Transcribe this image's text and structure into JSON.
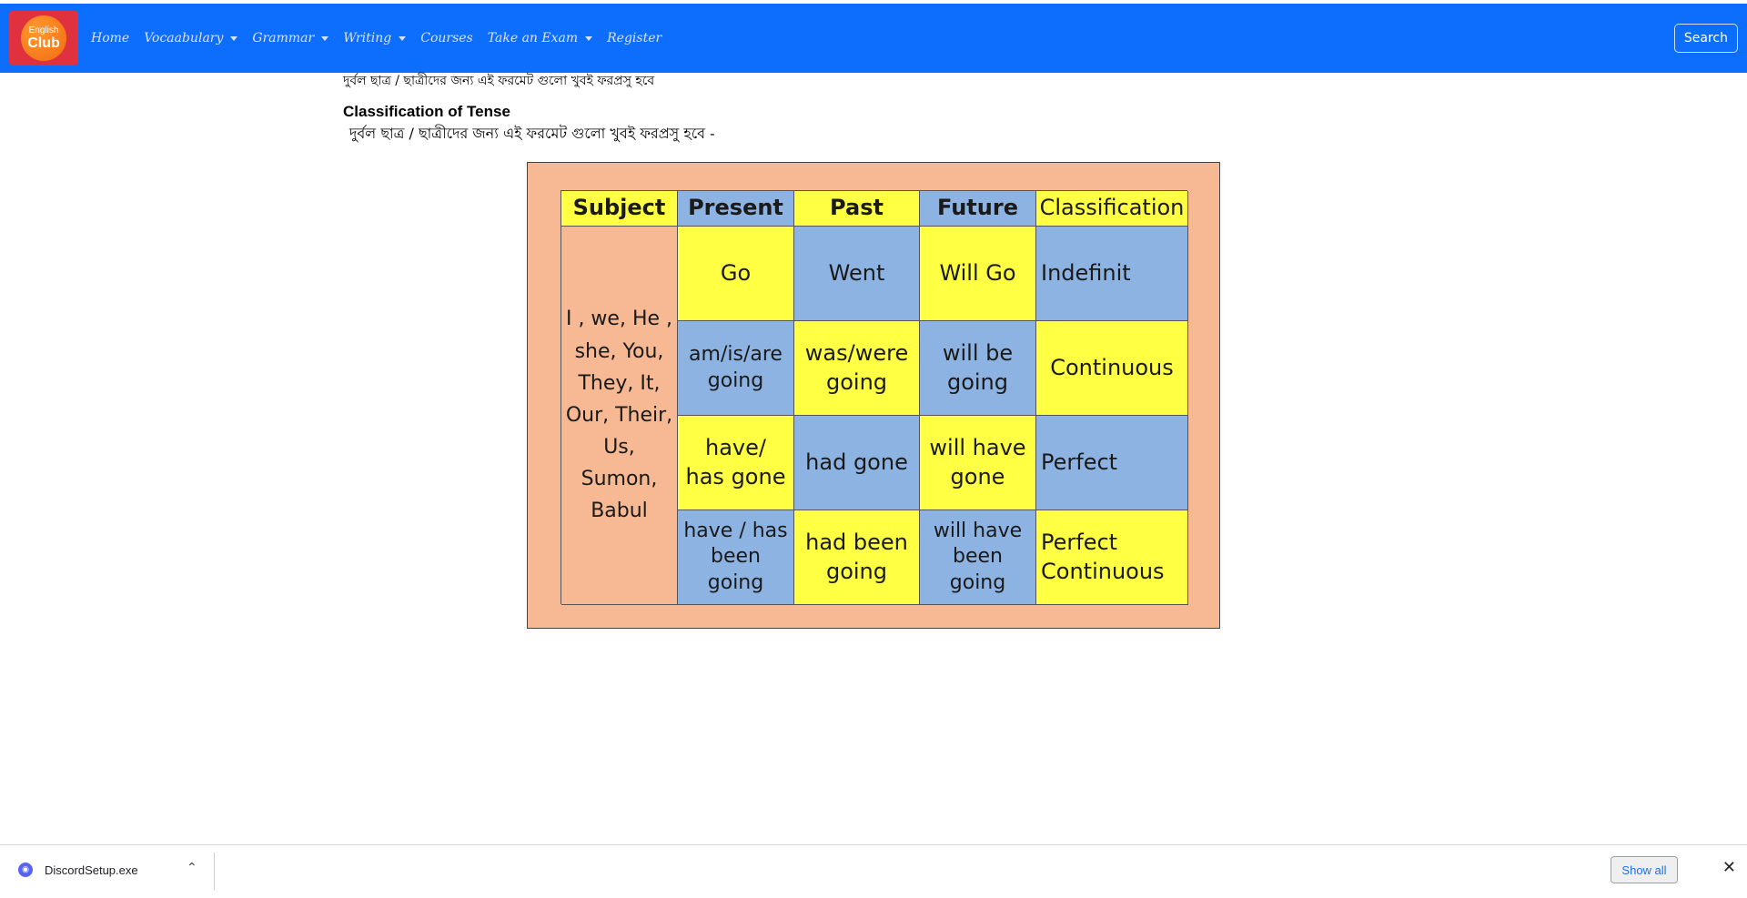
{
  "navbar": {
    "brand": {
      "line1": "English",
      "line2": "Club"
    },
    "links": [
      {
        "label": "Home",
        "dropdown": false
      },
      {
        "label": "Vocaabulary",
        "dropdown": true
      },
      {
        "label": "Grammar",
        "dropdown": true
      },
      {
        "label": "Writing",
        "dropdown": true
      },
      {
        "label": "Courses",
        "dropdown": false
      },
      {
        "label": "Take an Exam",
        "dropdown": true
      },
      {
        "label": "Register",
        "dropdown": false
      }
    ],
    "search_label": "Search"
  },
  "content": {
    "bengali_line_1": "দুর্বল ছাত্র / ছাত্রীদের জন্য এই ফরমেট গুলো খুবই ফরপ্রসু হবে",
    "title": "Classification of Tense",
    "bengali_line_2": "দুর্বল ছাত্র / ছাত্রীদের জন্য এই ফরমেট গুলো খুবই ফরপ্রসু হবে -",
    "tense_table": {
      "headers": [
        "Subject",
        "Present",
        "Past",
        "Future",
        "Classification"
      ],
      "subject_cell": "I , we, He ,\nshe, You,\nThey, It,\nOur, Their,\nUs,\nSumon,\nBabul",
      "rows": [
        [
          "Go",
          "Went",
          "Will Go",
          "Indefinit"
        ],
        [
          "am/is/are\ngoing",
          "was/were\ngoing",
          "will be\ngoing",
          "Continuous"
        ],
        [
          "have/\nhas gone",
          "had gone",
          "will have\ngone",
          "Perfect"
        ],
        [
          "have / has\nbeen\ngoing",
          "had been\ngoing",
          "will have\nbeen\ngoing",
          "Perfect\nContinuous"
        ]
      ]
    }
  },
  "download_bar": {
    "file_name": "DiscordSetup.exe",
    "show_all_label": "Show all",
    "close_glyph": "✕",
    "chevron_glyph": "⌃"
  },
  "colors": {
    "navbar": "#0d6efd",
    "brand_bg": "#e0313e",
    "table_bg": "#f6b993",
    "yellow": "#ffff44",
    "blue": "#8db3e2"
  }
}
